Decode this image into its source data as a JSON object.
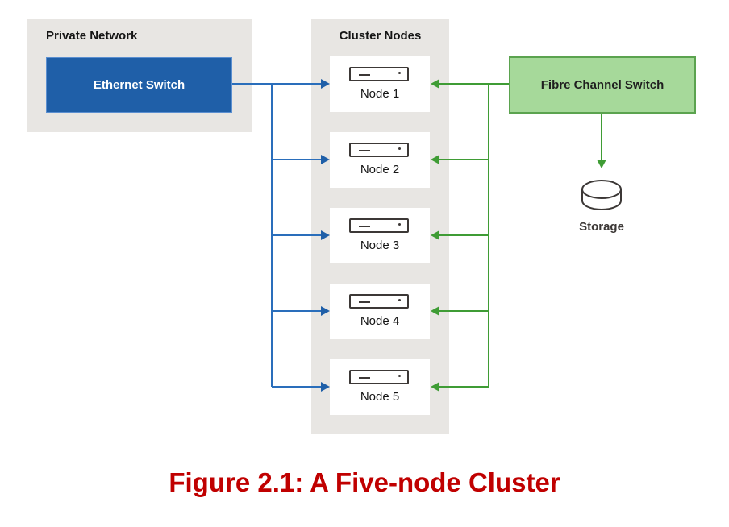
{
  "private_network": {
    "title": "Private Network",
    "switch_label": "Ethernet Switch"
  },
  "cluster": {
    "title": "Cluster Nodes",
    "nodes": [
      {
        "label": "Node 1"
      },
      {
        "label": "Node 2"
      },
      {
        "label": "Node 3"
      },
      {
        "label": "Node 4"
      },
      {
        "label": "Node 5"
      }
    ]
  },
  "fibre_channel": {
    "switch_label": "Fibre Channel Switch"
  },
  "storage": {
    "label": "Storage"
  },
  "caption": "Figure 2.1: A Five-node Cluster",
  "colors": {
    "ethernet": "#2a6ebb",
    "fibre": "#3f9c35",
    "caption": "#c00000"
  }
}
